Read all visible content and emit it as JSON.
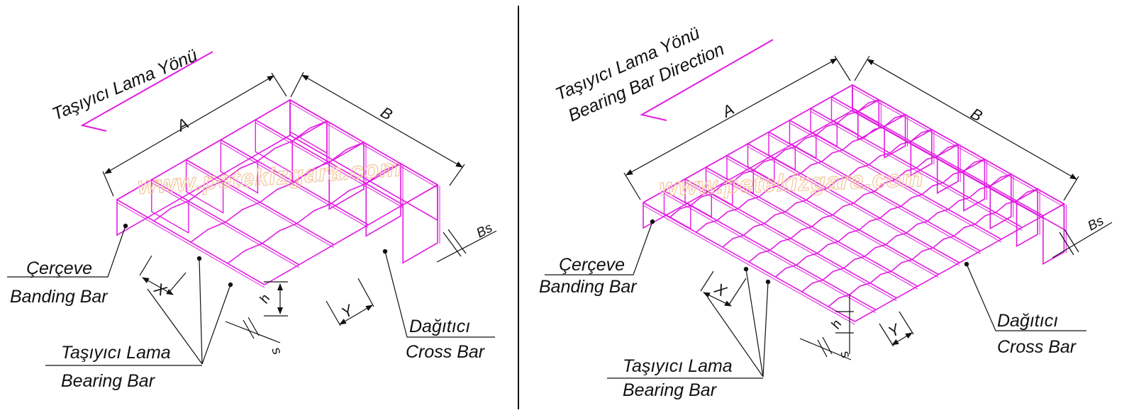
{
  "colors": {
    "grating": "#e21ce2",
    "line": "#111111",
    "watermark": "#f4c9a0"
  },
  "left": {
    "direction_label_tr": "Taşıyıcı Lama Yönü",
    "dim_a": "A",
    "dim_b": "B",
    "dim_bs": "Bs",
    "dim_x": "X",
    "dim_y": "Y",
    "dim_h": "h",
    "dim_s": "s",
    "banding_tr": "Çerçeve",
    "banding_en": "Banding Bar",
    "bearing_tr": "Taşıyıcı Lama",
    "bearing_en": "Bearing Bar",
    "cross_tr": "Dağıtıcı",
    "cross_en": "Cross Bar",
    "watermark": "www.petekizgara.com"
  },
  "right": {
    "direction_label_tr": "Taşıyıcı Lama Yönü",
    "direction_label_en": "Bearing Bar Direction",
    "dim_a": "A",
    "dim_b": "B",
    "dim_bs": "Bs",
    "dim_x": "X",
    "dim_y": "Y",
    "dim_h": "h",
    "dim_s": "s",
    "banding_tr": "Çerçeve",
    "banding_en": "Banding Bar",
    "bearing_tr": "Taşıyıcı Lama",
    "bearing_en": "Bearing Bar",
    "cross_tr": "Dağıtıcı",
    "cross_en": "Cross Bar",
    "watermark": "www.petekizgara.com"
  }
}
